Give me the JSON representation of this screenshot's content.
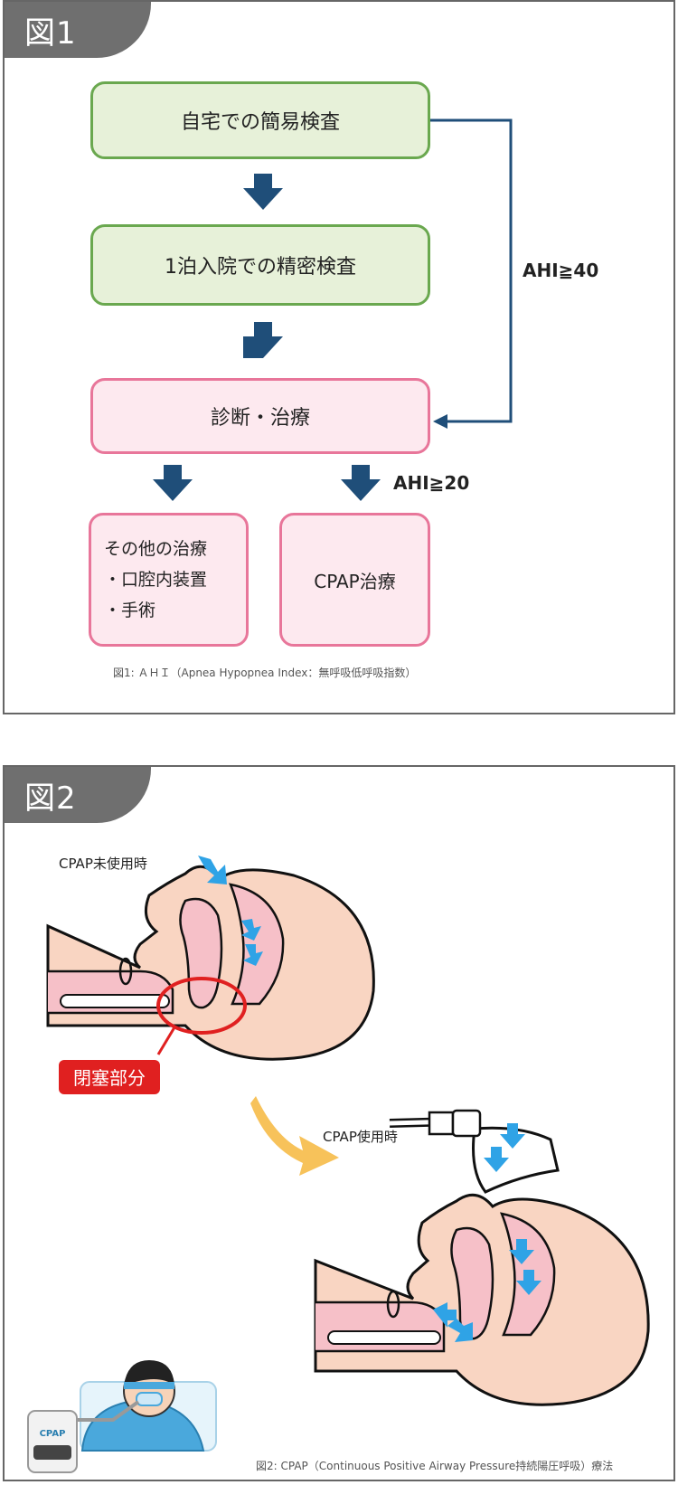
{
  "fig1": {
    "tab": "図1",
    "box_home_test": "自宅での簡易検査",
    "box_inpatient_test": "1泊入院での精密検査",
    "box_diagnosis": "診断・治療",
    "box_other_title": "その他の治療",
    "box_other_item1": "・口腔内装置",
    "box_other_item2": "・手術",
    "box_cpap": "CPAP治療",
    "label_ahi40": "AHI≧40",
    "label_ahi20": "AHI≧20",
    "caption": "図1: ＡＨＩ（Apnea Hypopnea Index：無呼吸低呼吸指数）"
  },
  "fig2": {
    "tab": "図2",
    "label_before": "CPAP未使用時",
    "label_after": "CPAP使用時",
    "label_blocked": "閉塞部分",
    "device_label": "CPAP",
    "caption": "図2: CPAP（Continuous Positive Airway Pressure持続陽圧呼吸）療法"
  },
  "colors": {
    "green_border": "#6aa84f",
    "pink_border": "#e8769a",
    "arrow_navy": "#1f4e79",
    "air_blue": "#2fa3e6",
    "red": "#e02020",
    "orange": "#f7c25a",
    "skin": "#f9d5c2"
  }
}
